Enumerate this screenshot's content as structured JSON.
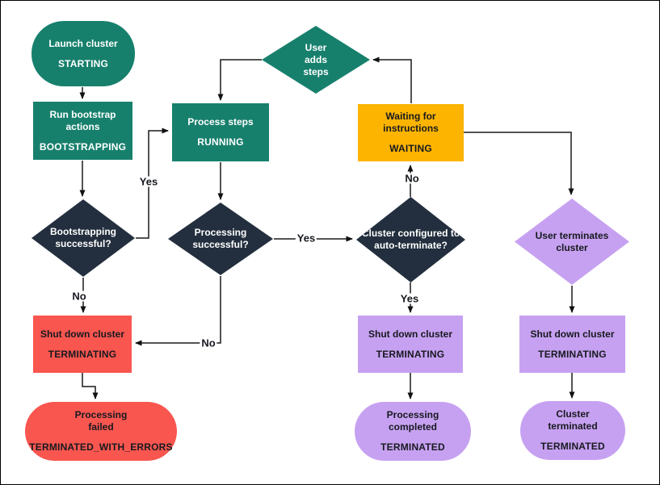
{
  "diagram": {
    "description": "EMR cluster lifecycle flowchart",
    "colors": {
      "teal": "#17806d",
      "navy": "#232f3e",
      "yellow": "#fcb400",
      "red": "#f8564f",
      "purple": "#c7a1f1",
      "line": "#1a1a1a",
      "background": "#ffffff",
      "border": "#000000"
    },
    "nodes": {
      "starting": {
        "label": "Launch cluster",
        "state": "STARTING"
      },
      "bootstrapping": {
        "label": "Run bootstrap actions",
        "state": "BOOTSTRAPPING"
      },
      "user_adds_steps": {
        "label": "User adds steps"
      },
      "running": {
        "label": "Process steps",
        "state": "RUNNING"
      },
      "waiting": {
        "label": "Waiting for instructions",
        "state": "WAITING"
      },
      "bootstrap_check": {
        "label": "Bootstrapping successful?"
      },
      "processing_check": {
        "label": "Processing successful?"
      },
      "auto_terminate_check": {
        "label": "Cluster configured to auto-terminate?"
      },
      "user_terminates": {
        "label": "User terminates cluster"
      },
      "terminating_failed": {
        "label": "Shut down cluster",
        "state": "TERMINATING"
      },
      "terminating_mid": {
        "label": "Shut down cluster",
        "state": "TERMINATING"
      },
      "terminating_right": {
        "label": "Shut down cluster",
        "state": "TERMINATING"
      },
      "terminated_errors": {
        "label": "Processing failed",
        "state": "TERMINATED_WITH_ERRORS"
      },
      "terminated_mid": {
        "label": "Processing completed",
        "state": "TERMINATED"
      },
      "terminated_right": {
        "label": "Cluster terminated",
        "state": "TERMINATED"
      }
    },
    "edge_labels": {
      "bootstrap_yes": "Yes",
      "bootstrap_no": "No",
      "processing_yes": "Yes",
      "processing_no": "No",
      "auto_terminate_no": "No",
      "auto_terminate_yes": "Yes"
    }
  }
}
